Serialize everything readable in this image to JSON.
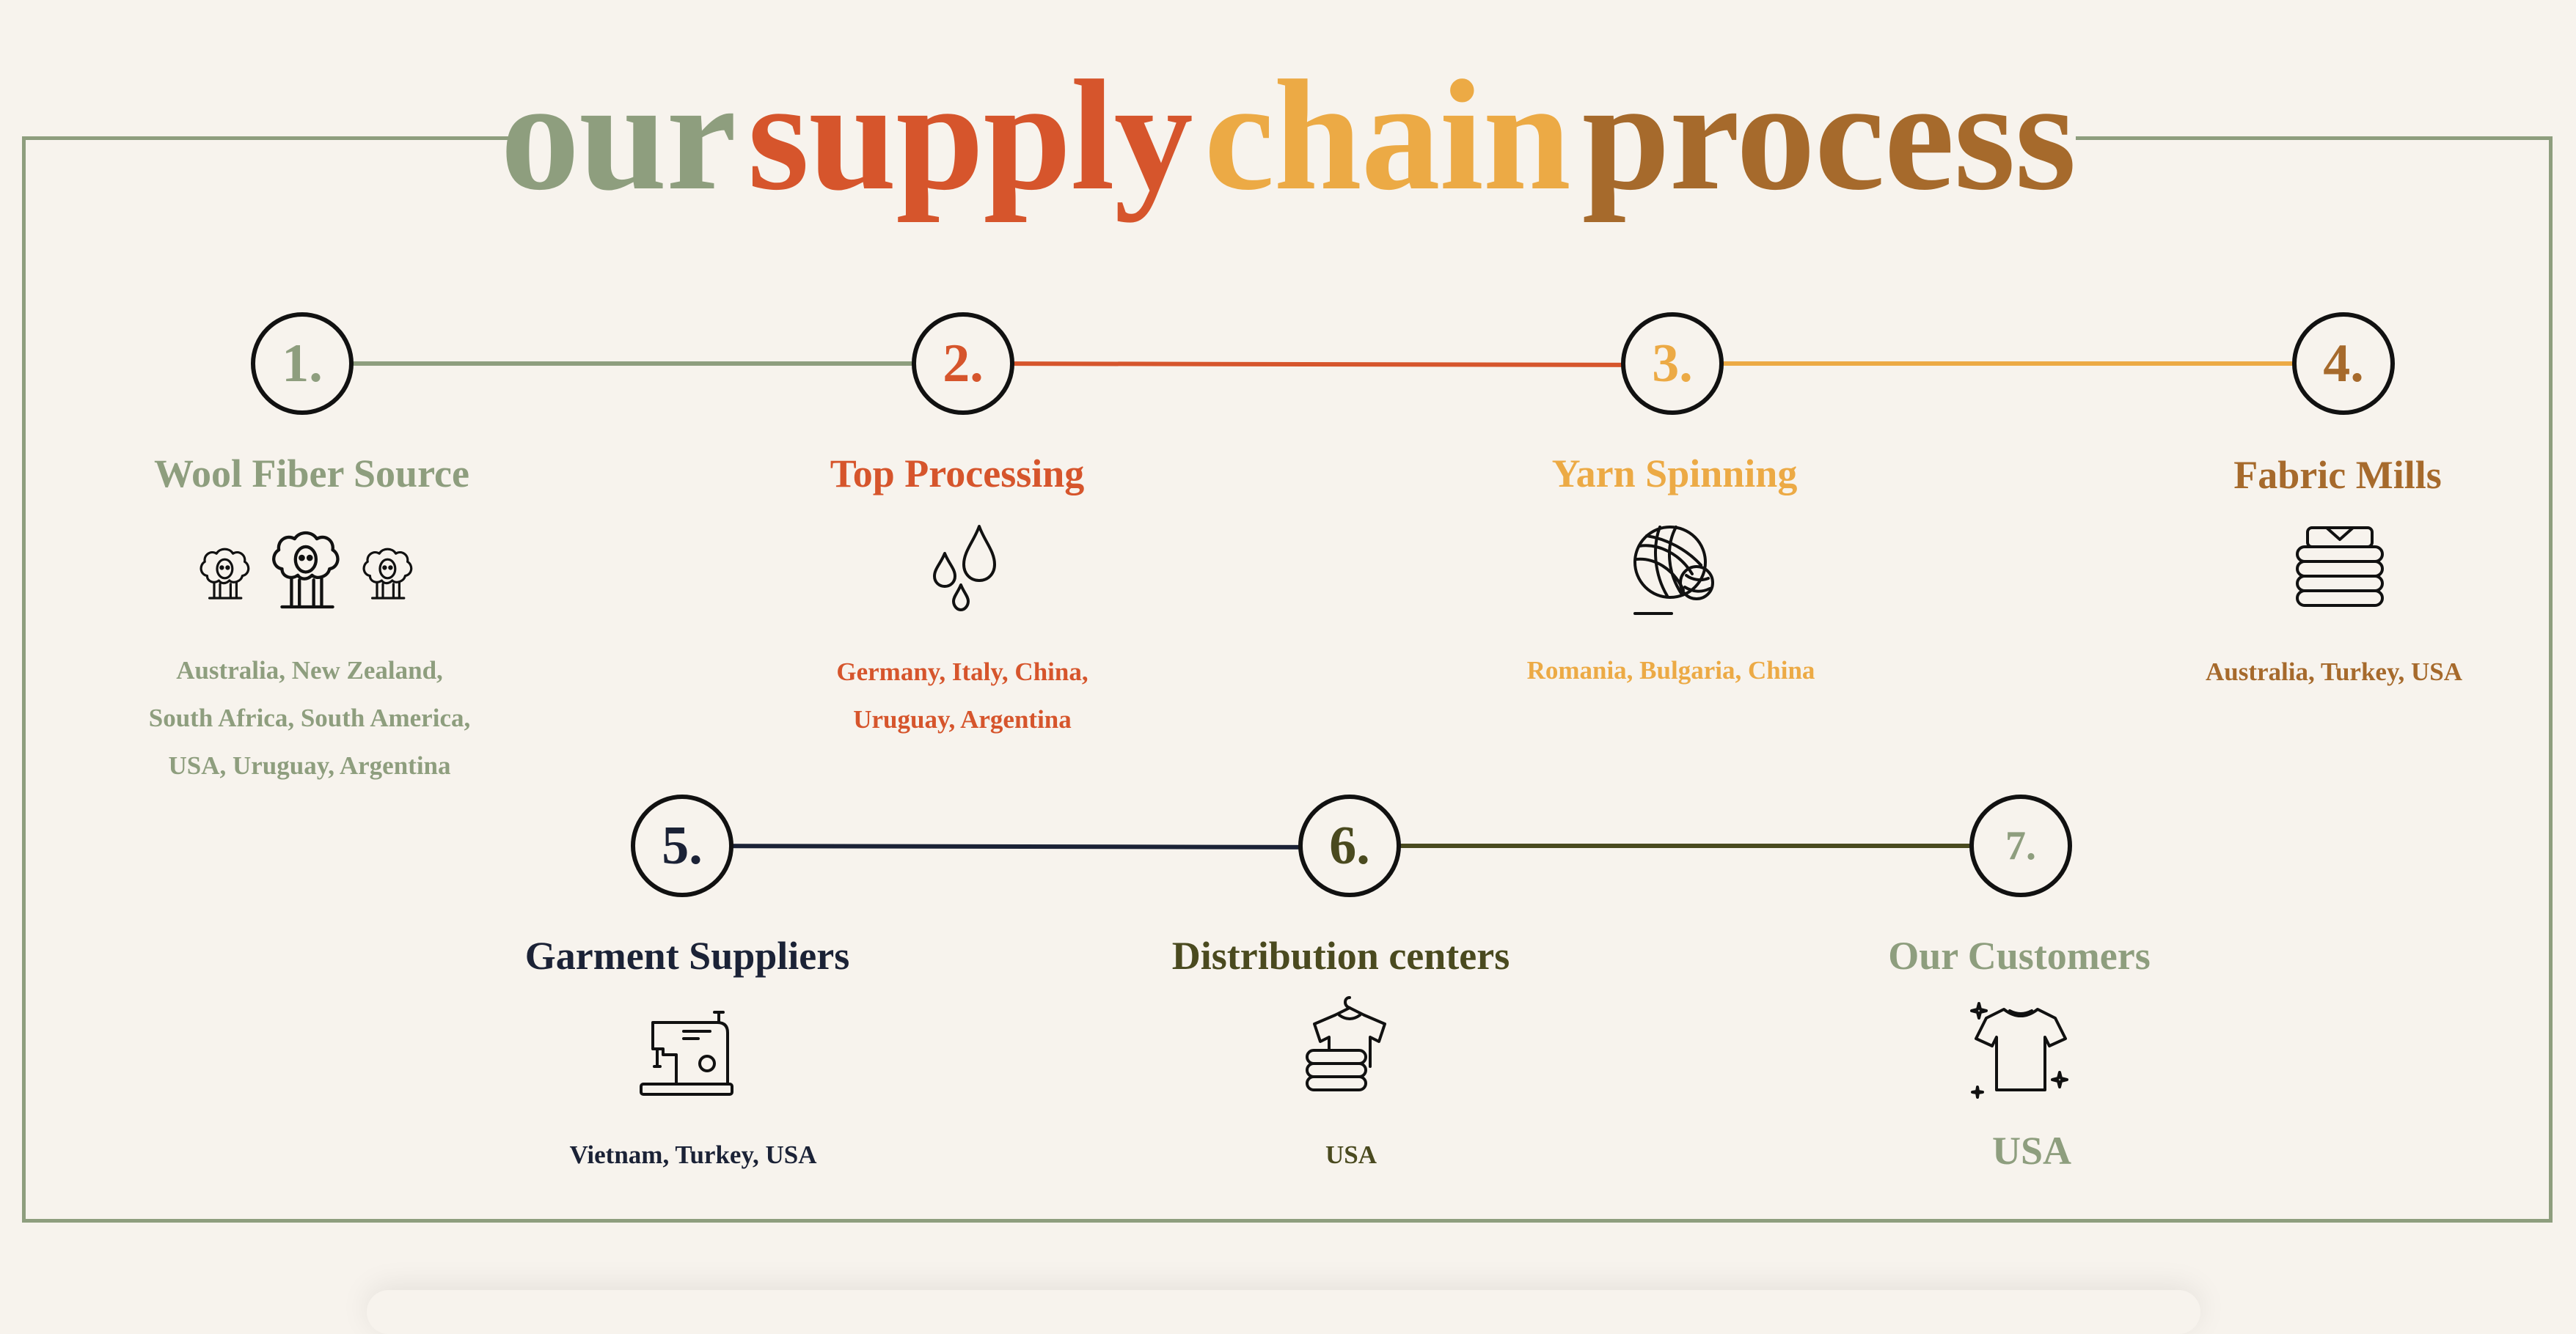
{
  "title": {
    "words": [
      "our",
      "supply",
      "chain",
      "process"
    ]
  },
  "colors": {
    "sage": "#8e9e7e",
    "orange": "#d6552c",
    "mustard": "#ecaa45",
    "brown": "#a66a2c",
    "navy": "#1b2236",
    "olive": "#4a4a1f",
    "background": "#f7f3ed"
  },
  "steps": [
    {
      "number": "1.",
      "title": "Wool Fiber Source",
      "icon": "sheep-icon",
      "locations": [
        "Australia, New Zealand,",
        "South Africa, South America,",
        "USA, Uruguay, Argentina"
      ]
    },
    {
      "number": "2.",
      "title": "Top Processing",
      "icon": "water-drops-icon",
      "locations": [
        "Germany, Italy, China,",
        "Uruguay, Argentina"
      ]
    },
    {
      "number": "3.",
      "title": "Yarn Spinning",
      "icon": "yarn-ball-icon",
      "locations": [
        "Romania, Bulgaria, China"
      ]
    },
    {
      "number": "4.",
      "title": "Fabric Mills",
      "icon": "folded-fabric-icon",
      "locations": [
        "Australia, Turkey, USA"
      ]
    },
    {
      "number": "5.",
      "title": "Garment Suppliers",
      "icon": "sewing-machine-icon",
      "locations": [
        "Vietnam, Turkey, USA"
      ]
    },
    {
      "number": "6.",
      "title": "Distribution centers",
      "icon": "shirt-stack-icon",
      "locations": [
        "USA"
      ]
    },
    {
      "number": "7.",
      "title": "Our Customers",
      "icon": "tshirt-sparkle-icon",
      "locations": [
        "USA"
      ]
    }
  ]
}
